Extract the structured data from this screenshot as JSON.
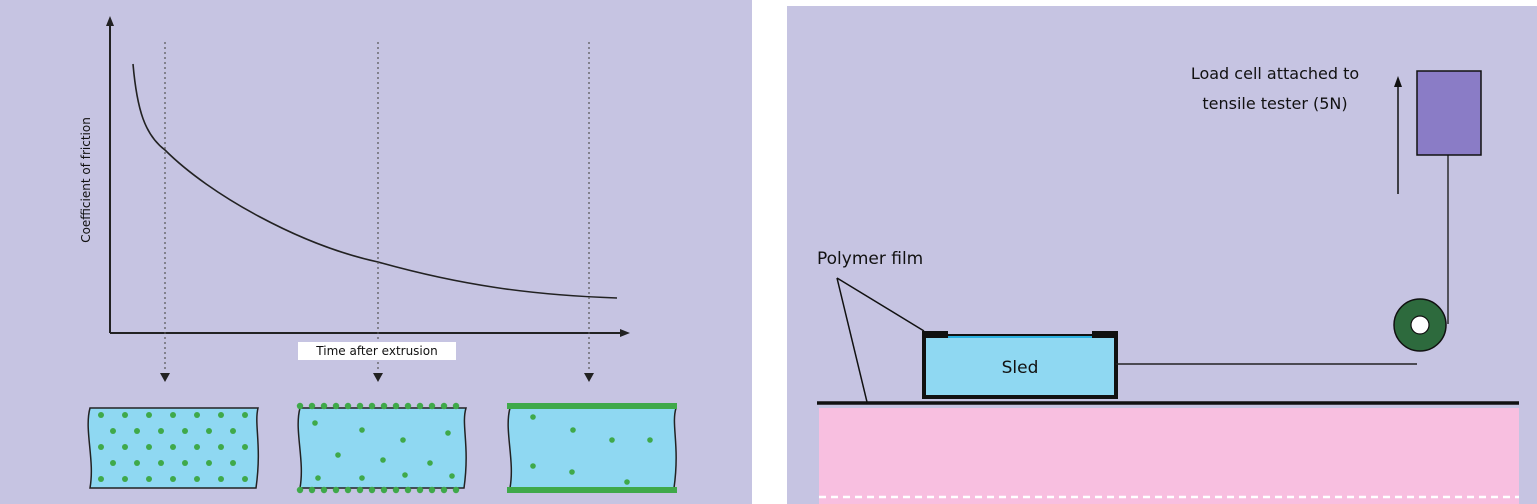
{
  "left": {
    "y_axis_label": "Coefficient of friction",
    "x_axis_label": "Time after extrusion"
  },
  "right": {
    "load_cell_label_line1": "Load cell attached to",
    "load_cell_label_line2": "tensile tester (5N)",
    "film_label": "Polymer film",
    "sled_label": "Sled"
  },
  "colors": {
    "panel_bg": "#c6c4e2",
    "film_fill": "#8fd8f2",
    "additive_dot": "#3fa94a",
    "pulley": "#2d6a3d",
    "load_cell": "#8a7cc6",
    "substrate": "#f8bfe0"
  }
}
